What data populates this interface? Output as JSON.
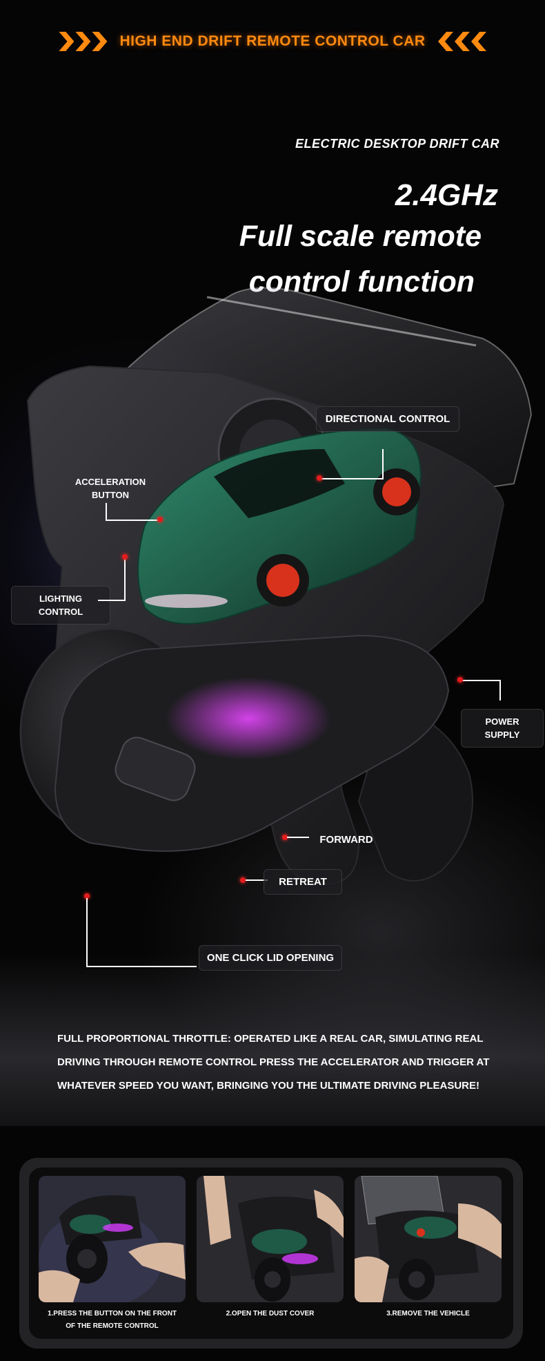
{
  "header": {
    "title": "HIGH END DRIFT REMOTE CONTROL CAR"
  },
  "headline": {
    "subtitle": "ELECTRIC DESKTOP DRIFT CAR",
    "frequency": "2.4GHz",
    "line1": "Full scale remote",
    "line2": "control function"
  },
  "callouts": {
    "directional_control": "DIRECTIONAL CONTROL",
    "acceleration_line1": "ACCELERATION",
    "acceleration_line2": "BUTTON",
    "lighting_line1": "LIGHTING",
    "lighting_line2": "CONTROL",
    "power_line1": "POWER",
    "power_line2": "SUPPLY",
    "forward": "FORWARD",
    "retreat": "RETREAT",
    "one_click_lid": "ONE CLICK LID OPENING"
  },
  "description": {
    "line1": "FULL PROPORTIONAL THROTTLE: OPERATED LIKE A REAL CAR, SIMULATING REAL",
    "line2": "DRIVING THROUGH REMOTE CONTROL PRESS THE ACCELERATOR AND TRIGGER AT",
    "line3": "WHATEVER SPEED YOU WANT, BRINGING YOU THE ULTIMATE DRIVING PLEASURE!"
  },
  "steps": [
    {
      "line1": "1.PRESS THE BUTTON ON THE FRONT",
      "line2": "OF THE REMOTE CONTROL"
    },
    {
      "line1": "2.OPEN THE DUST COVER",
      "line2": ""
    },
    {
      "line1": "3.REMOVE THE VEHICLE",
      "line2": ""
    }
  ],
  "colors": {
    "accent_orange": "#ff8a10",
    "car_green": "#1f5a46",
    "wheel_red": "#d8321c",
    "dot_red": "#e41c1c",
    "glow_pink": "#d63cff"
  }
}
